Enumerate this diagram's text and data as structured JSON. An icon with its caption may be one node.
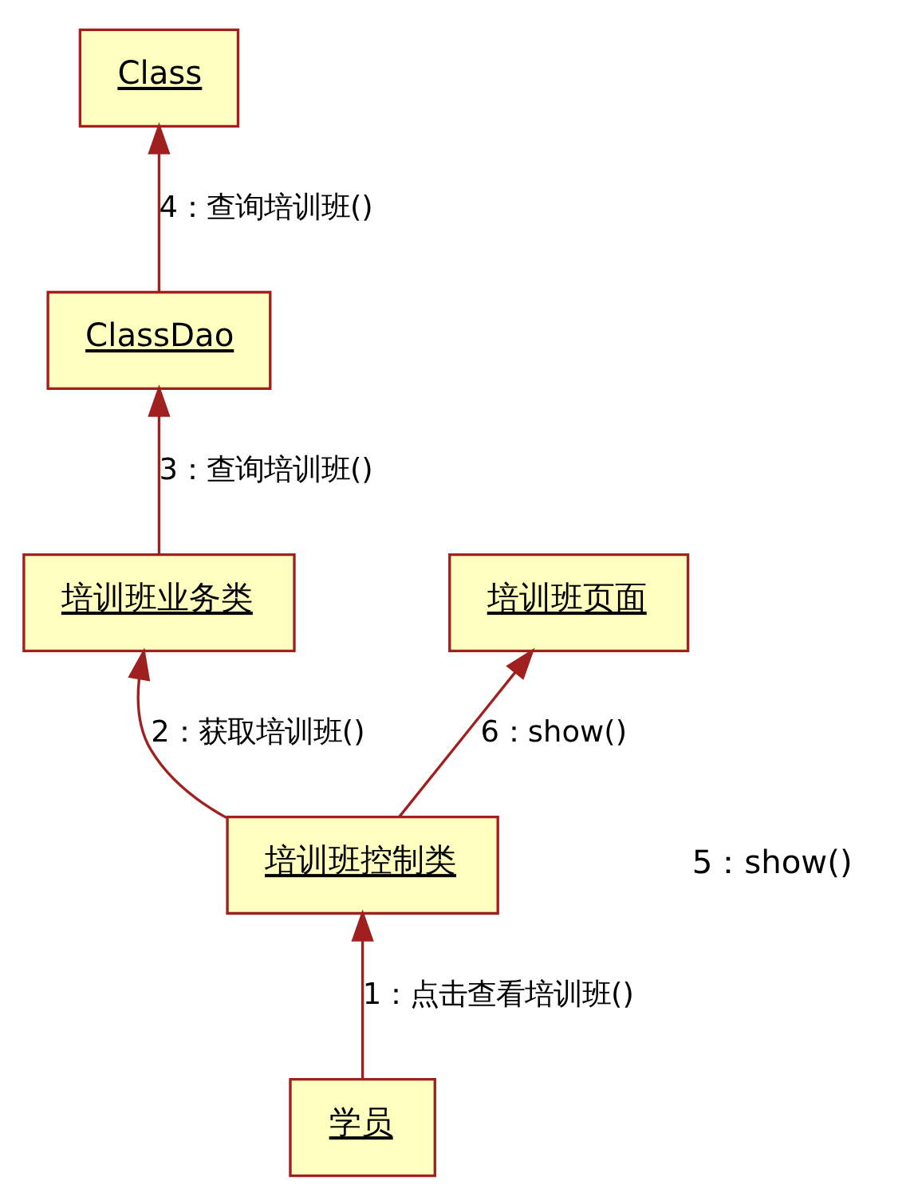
{
  "diagram": {
    "nodes": [
      {
        "text": [
          "Class"
        ]
      },
      {
        "text": [
          "ClassDao"
        ]
      },
      {
        "text": [
          "培训班业务类"
        ]
      },
      {
        "text": [
          "培训班页面"
        ]
      },
      {
        "text": [
          "培训班控制类"
        ]
      },
      {
        "text": [
          "学员"
        ]
      }
    ],
    "edges": [
      {
        "from": 5,
        "to": 4,
        "arrow": "to",
        "label": "1：点击查看培训班()"
      },
      {
        "from": 4,
        "to": 2,
        "arrow": "to",
        "label": "2：获取培训班()"
      },
      {
        "from": 2,
        "to": 1,
        "arrow": "to",
        "label": "3：查询培训班()"
      },
      {
        "from": 1,
        "to": 0,
        "arrow": "to",
        "label": "4：查询培训班()"
      },
      {
        "from": 4,
        "to": 3,
        "arrow": "to",
        "label": "6：show()"
      }
    ],
    "labels": [
      "5：show()"
    ]
  }
}
